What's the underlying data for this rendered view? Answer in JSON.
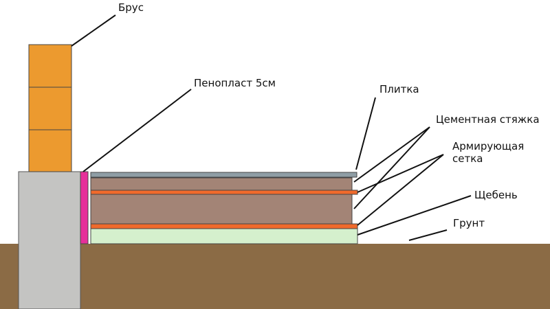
{
  "labels": {
    "brus": "Брус",
    "penoplast": "Пенопласт 5см",
    "plitka": "Плитка",
    "styazhka": "Цементная стяжка",
    "setka": "Армирующая\nсетка",
    "sheben": "Щебень",
    "grunt": "Грунт"
  },
  "colors": {
    "ground": "#8b6b45",
    "foundation": "#c4c4c2",
    "beam": "#ec9a2f",
    "foam": "#e62f9a",
    "tile": "#8f9ea5",
    "screed": "#a38476",
    "mesh": "#f06a2c",
    "gravel": "#d5f0cd",
    "leader": "#111111"
  }
}
